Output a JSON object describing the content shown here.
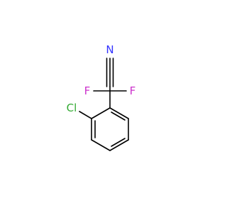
{
  "molecule": {
    "atoms": {
      "nitrogen": {
        "label": "N",
        "color": "#3333ff"
      },
      "fluorine_left": {
        "label": "F",
        "color": "#cc33cc"
      },
      "fluorine_right": {
        "label": "F",
        "color": "#cc33cc"
      },
      "chlorine": {
        "label": "Cl",
        "color": "#33aa33"
      }
    },
    "bond_color": "#000000",
    "background": "#ffffff"
  }
}
